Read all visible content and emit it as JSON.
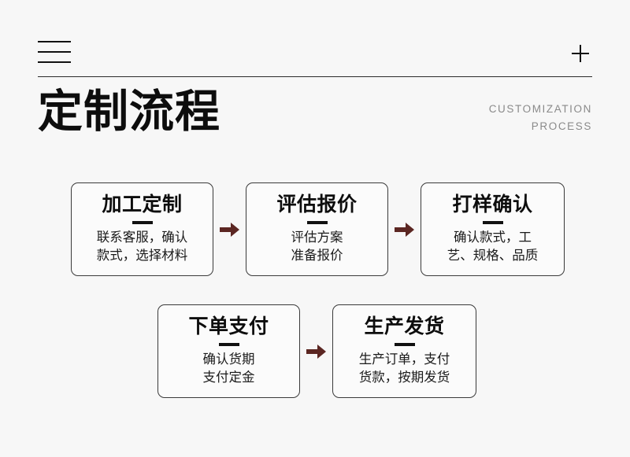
{
  "page": {
    "background_color": "#f7f7f7",
    "accent_color": "#5b2622",
    "title": "定制流程",
    "subtitle_line1": "CUSTOMIZATION",
    "subtitle_line2": "PROCESS"
  },
  "header": {
    "menu_icon": "hamburger-icon",
    "add_icon": "plus-icon"
  },
  "flow": {
    "arrow_icon": "arrow-right-icon",
    "rows": [
      {
        "cards": [
          {
            "title": "加工定制",
            "desc_line1": "联系客服，确认",
            "desc_line2": "款式，选择材料"
          },
          {
            "title": "评估报价",
            "desc_line1": "评估方案",
            "desc_line2": "准备报价"
          },
          {
            "title": "打样确认",
            "desc_line1": "确认款式，工",
            "desc_line2": "艺、规格、品质"
          }
        ]
      },
      {
        "cards": [
          {
            "title": "下单支付",
            "desc_line1": "确认货期",
            "desc_line2": "支付定金"
          },
          {
            "title": "生产发货",
            "desc_line1": "生产订单，支付",
            "desc_line2": "货款，按期发货"
          }
        ]
      }
    ]
  }
}
